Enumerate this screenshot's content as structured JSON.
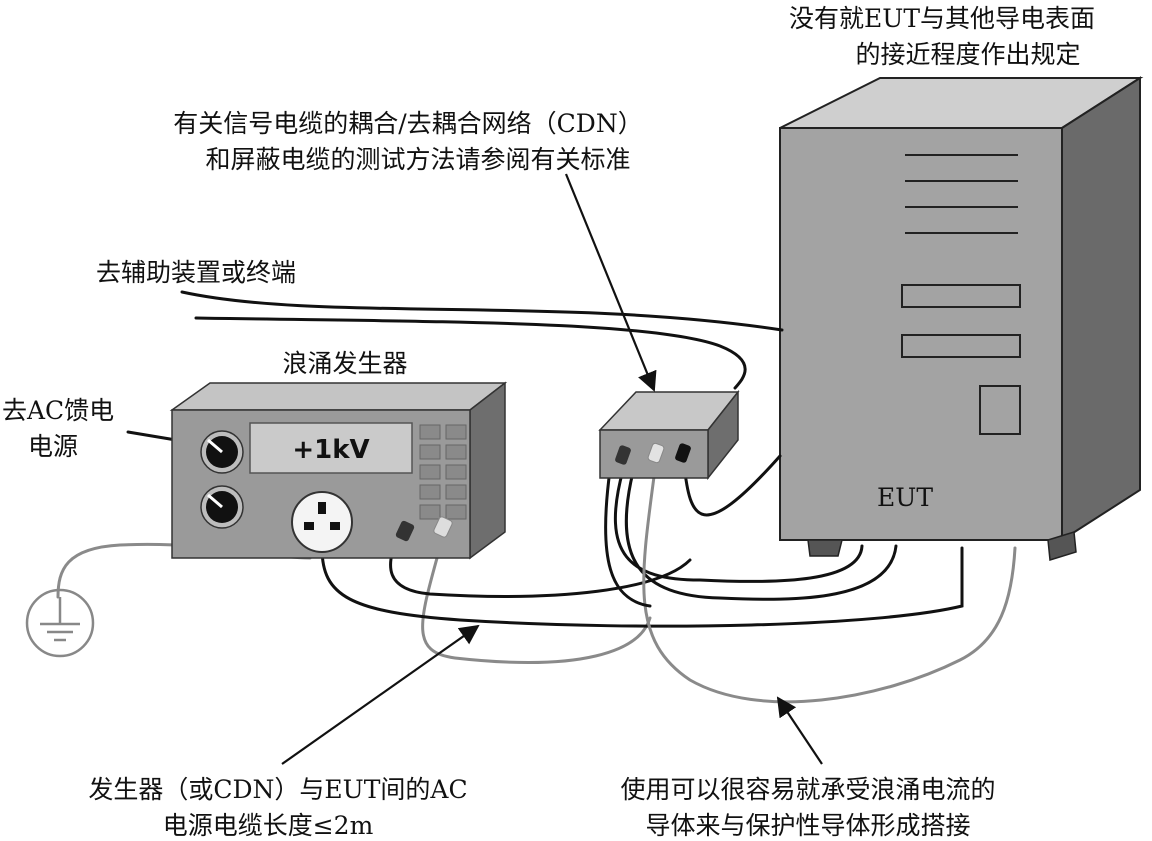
{
  "labels": {
    "eut_note_line1": "没有就EUT与其他导电表面",
    "eut_note_line2": "的接近程度作出规定",
    "cdn_note_line1": "有关信号电缆的耦合/去耦合网络（CDN）",
    "cdn_note_line2": "和屏蔽电缆的测试方法请参阅有关标准",
    "aux_note": "去辅助装置或终端",
    "generator_title": "浪涌发生器",
    "ac_feed_line1": "去AC馈电",
    "ac_feed_line2": "电源",
    "generator_display": "+1kV",
    "eut_label": "EUT",
    "cable_note_line1": "发生器（或CDN）与EUT间的AC",
    "cable_note_line2": "电源电缆长度≤2m",
    "bond_note_line1": "使用可以很容易就承受浪涌电流的",
    "bond_note_line2": "导体来与保护性导体形成搭接"
  },
  "icons": {
    "ground": "ground-symbol-icon",
    "knob": "rotary-knob-icon",
    "socket": "ac-socket-icon",
    "connector": "cable-connector-icon"
  },
  "colors": {
    "device_face": "#9a9a9a",
    "device_top": "#c4c4c4",
    "device_side": "#6e6e6e",
    "display": "#c9c9c9",
    "wire_dark": "#111111",
    "wire_gray": "#8a8a8a"
  }
}
